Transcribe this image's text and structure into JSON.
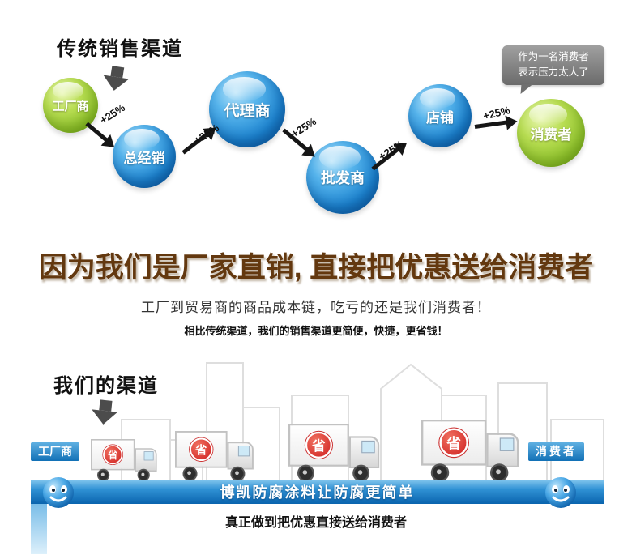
{
  "top": {
    "title": "传统销售渠道",
    "increase_label": "+25%",
    "nodes": [
      {
        "label": "工厂商"
      },
      {
        "label": "总经销"
      },
      {
        "label": "代理商"
      },
      {
        "label": "批发商"
      },
      {
        "label": "店铺"
      },
      {
        "label": "消费者"
      }
    ],
    "bubble_line1": "作为一名消费者",
    "bubble_line2": "表示压力太大了"
  },
  "middle": {
    "headline": "因为我们是厂家直销, 直接把优惠送给消费者",
    "subline1": "工厂到贸易商的商品成本链，吃亏的还是我们消费者！",
    "subline2": "相比传统渠道，我们的销售渠道更简便，快捷，更省钱！"
  },
  "bottom": {
    "title": "我们的渠道",
    "factory_tag": "工厂商",
    "consumer_tag": "消费者",
    "truck_badge": "省",
    "banner": "博凯防腐涂料让防腐更简单",
    "caption": "真正做到把优惠直接送给消费者"
  },
  "colors": {
    "accent_blue": "#1272b8",
    "accent_green": "#8fc32c",
    "headline_brown": "#63380f",
    "badge_red": "#cf2020",
    "band_blue": "#0a64ae"
  }
}
